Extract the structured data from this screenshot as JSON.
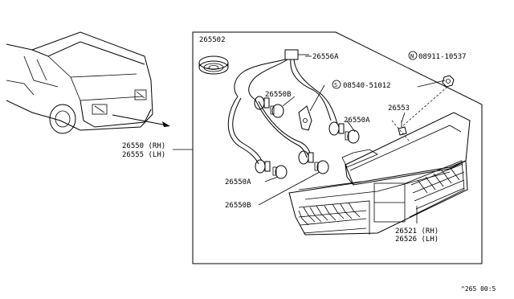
{
  "labels": {
    "grommet": "265502",
    "socket_harness": "26556A",
    "screw": "08540-51012",
    "screw_prefix": "S",
    "nut": "08911-10537",
    "nut_prefix": "N",
    "bulb_b_upper": "26550B",
    "bulb_a_mid": "26550A",
    "clip": "26553",
    "bulb_a_lower": "26550A",
    "bulb_b_lower": "26550B",
    "assembly_rh": "26550 (RH)",
    "assembly_lh": "26555 (LH)",
    "lens_rh": "26521 (RH)",
    "lens_lh": "26526 (LH)",
    "diagram_code": "^265 00:5"
  }
}
